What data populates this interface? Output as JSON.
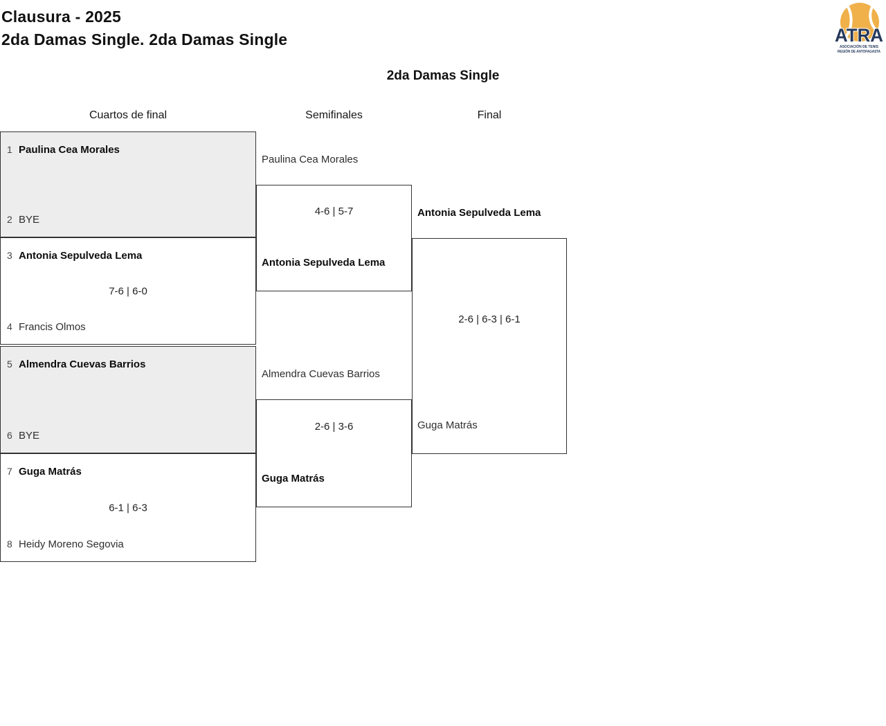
{
  "header": {
    "title": "Clausura - 2025",
    "subtitle": "2da Damas Single. 2da Damas Single"
  },
  "logo": {
    "name": "ATRA",
    "line1": "ASOCIACIÓN DE TENIS",
    "line2": "REGIÓN DE ANTOFAGASTA",
    "colors": {
      "navy": "#26395B",
      "ball": "#F0B04A"
    }
  },
  "bracket": {
    "title": "2da Damas Single",
    "colors": {
      "border": "#333333",
      "bye_background": "#EDEDED"
    },
    "rounds": [
      {
        "label": "Cuartos de final",
        "matches": [
          {
            "p1_seed": "1",
            "p1": "Paulina Cea Morales",
            "p1_win": true,
            "p2_seed": "2",
            "p2": "BYE",
            "p2_win": false,
            "score": "",
            "bye": true
          },
          {
            "p1_seed": "3",
            "p1": "Antonia Sepulveda Lema",
            "p1_win": true,
            "p2_seed": "4",
            "p2": "Francis Olmos",
            "p2_win": false,
            "score": "7-6 | 6-0",
            "bye": false
          },
          {
            "p1_seed": "5",
            "p1": "Almendra Cuevas Barrios",
            "p1_win": true,
            "p2_seed": "6",
            "p2": "BYE",
            "p2_win": false,
            "score": "",
            "bye": true
          },
          {
            "p1_seed": "7",
            "p1": "Guga Matrás",
            "p1_win": true,
            "p2_seed": "8",
            "p2": "Heidy Moreno Segovia",
            "p2_win": false,
            "score": "6-1 | 6-3",
            "bye": false
          }
        ]
      },
      {
        "label": "Semifinales",
        "matches": [
          {
            "p1": "Paulina Cea Morales",
            "p1_win": false,
            "p2": "Antonia Sepulveda Lema",
            "p2_win": true,
            "score": "4-6 | 5-7"
          },
          {
            "p1": "Almendra Cuevas Barrios",
            "p1_win": false,
            "p2": "Guga Matrás",
            "p2_win": true,
            "score": "2-6 | 3-6"
          }
        ]
      },
      {
        "label": "Final",
        "matches": [
          {
            "p1": "Antonia Sepulveda Lema",
            "p1_win": true,
            "p2": "Guga Matrás",
            "p2_win": false,
            "score": "2-6 | 6-3 | 6-1"
          }
        ]
      }
    ]
  }
}
